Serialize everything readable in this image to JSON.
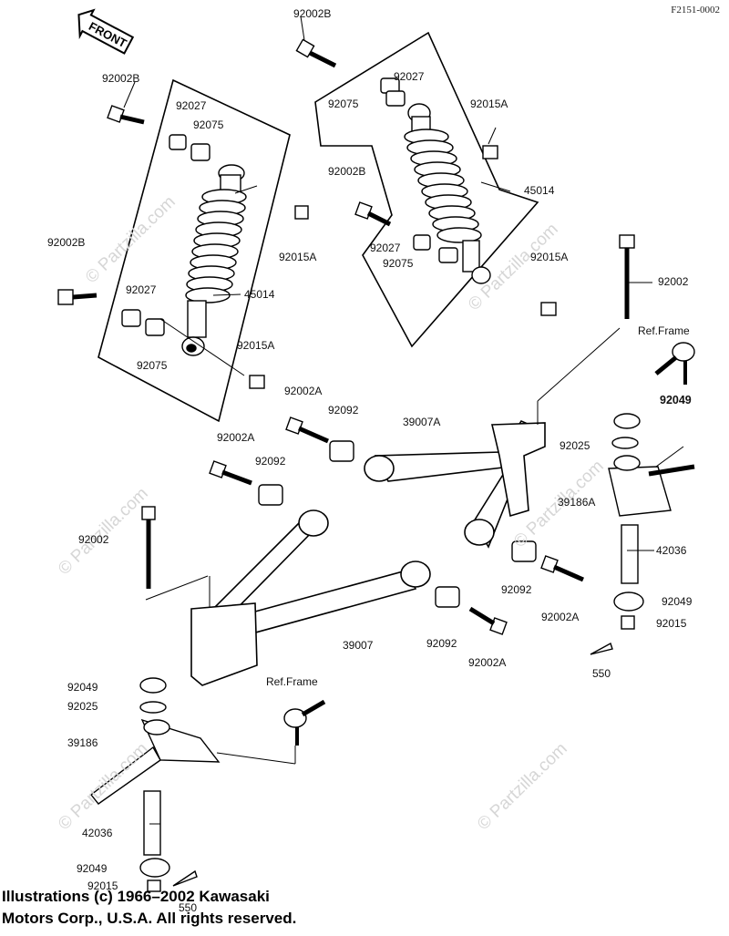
{
  "drawing_code": "F2151-0002",
  "front_label": "FRONT",
  "watermark": "© Partzilla.com",
  "copyright": [
    "Illustrations (c) 1966–2002 Kawasaki",
    "Motors Corp., U.S.A.  All rights reserved."
  ],
  "parts": {
    "p92002b_top": "92002B",
    "p92002b_l1": "92002B",
    "p92027_l1": "92027",
    "p92075_l1": "92075",
    "p92027_r1": "92027",
    "p92075_r1": "92075",
    "p92015a_r1": "92015A",
    "p92002b_r2": "92002B",
    "p45014_r": "45014",
    "p92015a_mid": "92015A",
    "p92027_r2": "92027",
    "p92075_r2": "92075",
    "p92015a_r2": "92015A",
    "p92002b_l2": "92002B",
    "p92027_l2": "92027",
    "p45014_l": "45014",
    "p92075_l2": "92075",
    "p92015a_l": "92015A",
    "p92002_r": "92002",
    "ref_frame_r": "Ref.Frame",
    "p92002a_1": "92002A",
    "p92092_1": "92092",
    "p39007a": "39007A",
    "p92049_r1": "92049",
    "p92025_r": "92025",
    "p92002a_2": "92002A",
    "p92092_2": "92092",
    "p39186a": "39186A",
    "p92002_l": "92002",
    "p42036_r": "42036",
    "p92092_3": "92092",
    "p92049_r2": "92049",
    "p92002a_3": "92002A",
    "p92015_r": "92015",
    "p39007": "39007",
    "p92092_4": "92092",
    "p92002a_4": "92002A",
    "p550_r": "550",
    "ref_frame_l": "Ref.Frame",
    "p92049_l1": "92049",
    "p92025_l": "92025",
    "p39186": "39186",
    "p42036_l": "42036",
    "p92049_l2": "92049",
    "p92015_l": "92015",
    "p550_l": "550"
  }
}
